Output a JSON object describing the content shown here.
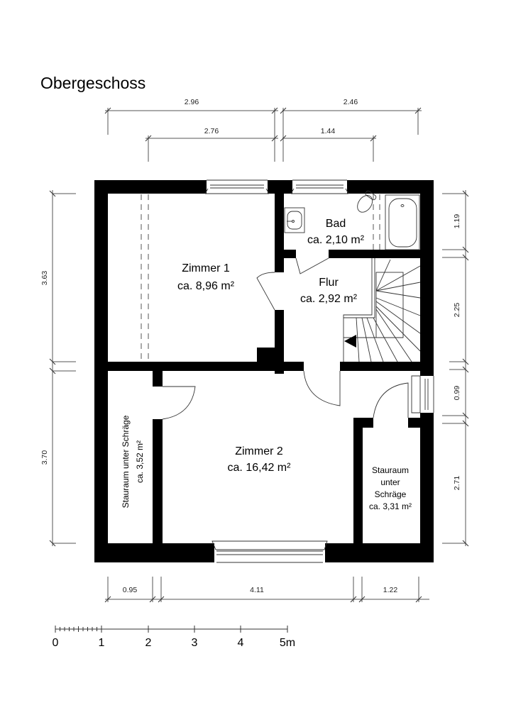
{
  "title": "Obergeschoss",
  "rooms": {
    "zimmer1": {
      "name": "Zimmer 1",
      "area": "ca. 8,96 m²"
    },
    "bad": {
      "name": "Bad",
      "area": "ca. 2,10 m²"
    },
    "flur": {
      "name": "Flur",
      "area": "ca. 2,92 m²"
    },
    "zimmer2": {
      "name": "Zimmer 2",
      "area": "ca. 16,42 m²"
    },
    "stauraum_links": {
      "name": "Stauraum unter Schräge",
      "area": "ca. 3,52 m²"
    },
    "stauraum_rechts": {
      "line1": "Stauraum",
      "line2": "unter",
      "line3": "Schräge",
      "area": "ca. 3,31 m²"
    }
  },
  "dimensions": {
    "top_outer": [
      "2.96",
      "2.46"
    ],
    "top_inner": [
      "2.76",
      "1.44"
    ],
    "left": [
      "3.63",
      "3.70"
    ],
    "right": [
      "1.19",
      "2.25",
      "0.99",
      "2.71"
    ],
    "bottom": [
      "0.95",
      "4.11",
      "1.22"
    ]
  },
  "scale_bar": {
    "labels": [
      "0",
      "1",
      "2",
      "3",
      "4",
      "5m"
    ]
  },
  "colors": {
    "wall": "#000000",
    "line": "#555555",
    "background": "#ffffff"
  }
}
